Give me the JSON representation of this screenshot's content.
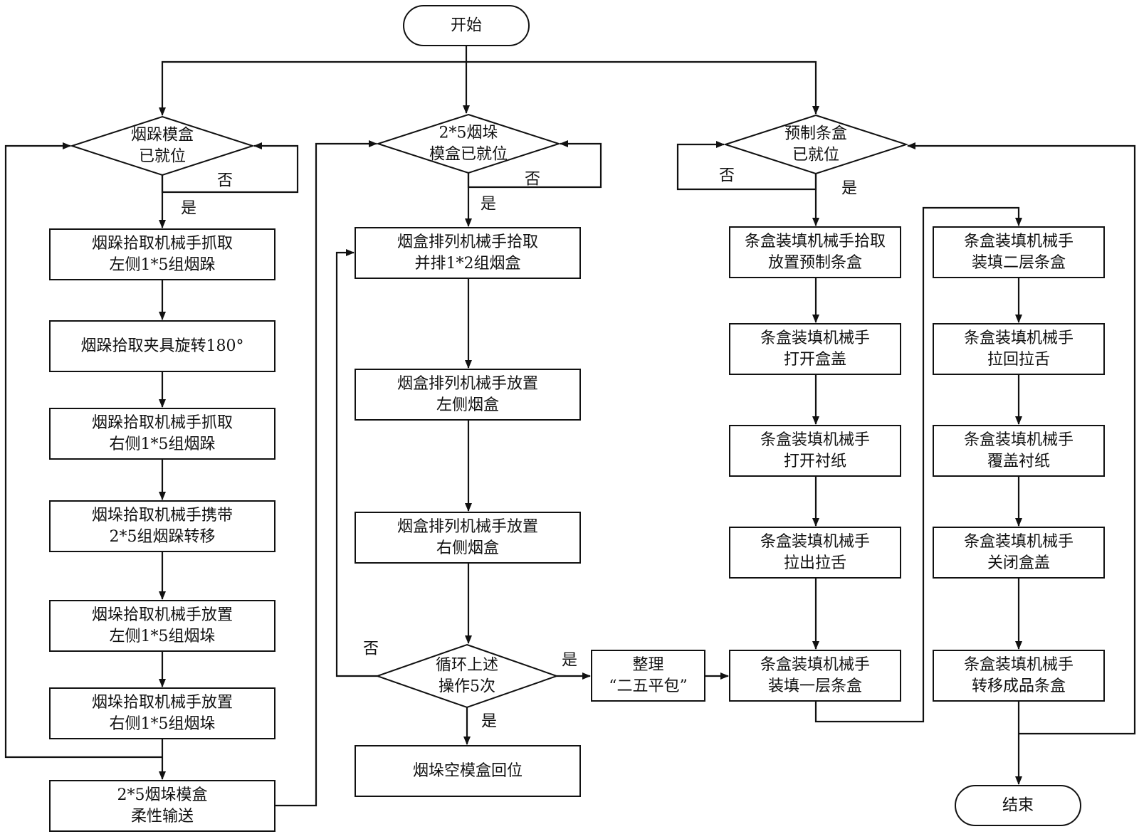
{
  "nodes": {
    "start": {
      "lines": [
        "开始"
      ]
    },
    "end": {
      "lines": [
        "结束"
      ]
    },
    "d1": {
      "lines": [
        "烟跺模盒",
        "已就位"
      ]
    },
    "d2": {
      "lines": [
        "2*5烟垛",
        "模盒已就位"
      ]
    },
    "d3": {
      "lines": [
        "预制条盒",
        "已就位"
      ]
    },
    "d4": {
      "lines": [
        "循环上述",
        "操作5次"
      ]
    },
    "a1": {
      "lines": [
        "烟跺拾取机械手抓取",
        "左侧1*5组烟跺"
      ]
    },
    "a2": {
      "lines": [
        "烟跺拾取夹具旋转180°"
      ]
    },
    "a3": {
      "lines": [
        "烟跺拾取机械手抓取",
        "右侧1*5组烟跺"
      ]
    },
    "a4": {
      "lines": [
        "烟垛拾取机械手携带",
        "2*5组烟跺转移"
      ]
    },
    "a5": {
      "lines": [
        "烟垛拾取机械手放置",
        "左侧1*5组烟垛"
      ]
    },
    "a6": {
      "lines": [
        "烟垛拾取机械手放置",
        "右侧1*5组烟垛"
      ]
    },
    "a7": {
      "lines": [
        "2*5烟垛模盒",
        "柔性输送"
      ]
    },
    "b1": {
      "lines": [
        "烟盒排列机械手拾取",
        "并排1*2组烟盒"
      ]
    },
    "b2": {
      "lines": [
        "烟盒排列机械手放置",
        "左侧烟盒"
      ]
    },
    "b3": {
      "lines": [
        "烟盒排列机械手放置",
        "右侧烟盒"
      ]
    },
    "b4": {
      "lines": [
        "烟垛空模盒回位"
      ]
    },
    "p": {
      "lines": [
        "整理",
        "“二五平包”"
      ]
    },
    "c1": {
      "lines": [
        "条盒装填机械手拾取",
        "放置预制条盒"
      ]
    },
    "c2": {
      "lines": [
        "条盒装填机械手",
        "打开盒盖"
      ]
    },
    "c3": {
      "lines": [
        "条盒装填机械手",
        "打开衬纸"
      ]
    },
    "c4": {
      "lines": [
        "条盒装填机械手",
        "拉出拉舌"
      ]
    },
    "c5": {
      "lines": [
        "条盒装填机械手",
        "装填一层条盒"
      ]
    },
    "e1": {
      "lines": [
        "条盒装填机械手",
        "装填二层条盒"
      ]
    },
    "e2": {
      "lines": [
        "条盒装填机械手",
        "拉回拉舌"
      ]
    },
    "e3": {
      "lines": [
        "条盒装填机械手",
        "覆盖衬纸"
      ]
    },
    "e4": {
      "lines": [
        "条盒装填机械手",
        "关闭盒盖"
      ]
    },
    "e5": {
      "lines": [
        "条盒装填机械手",
        "转移成品条盒"
      ]
    }
  },
  "labels": {
    "yes": "是",
    "no": "否"
  }
}
